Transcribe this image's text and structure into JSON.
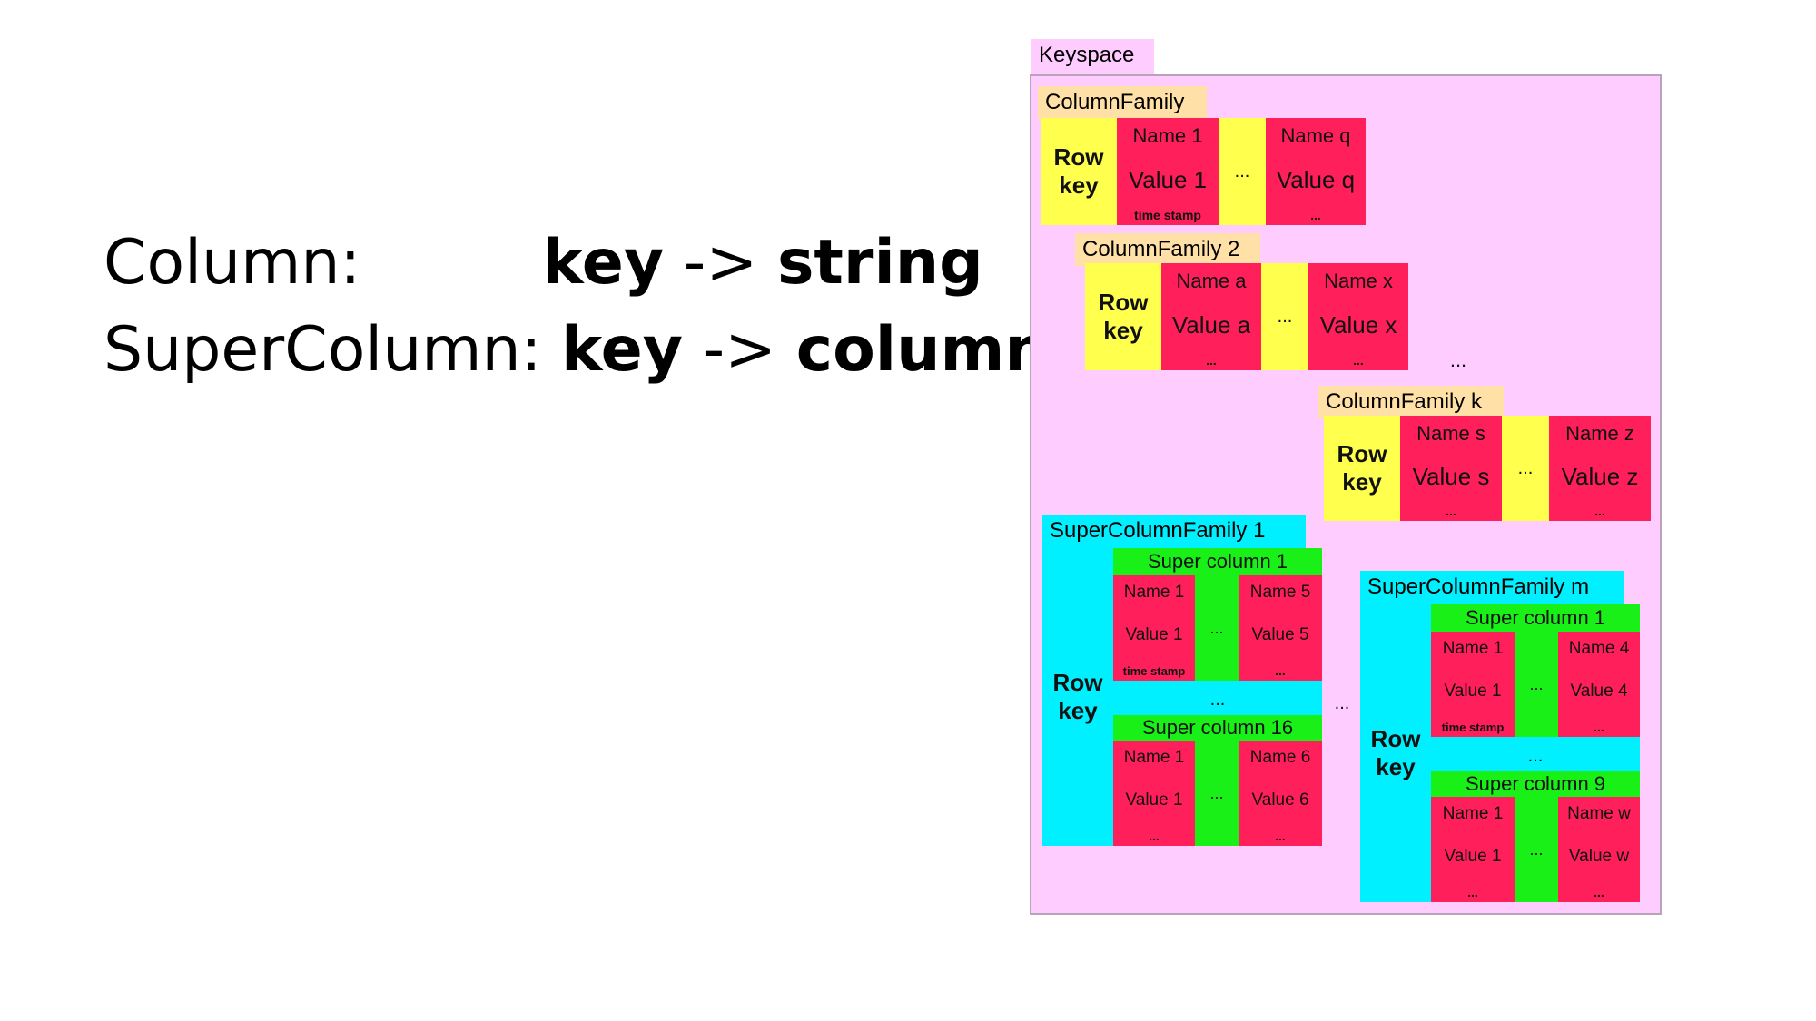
{
  "definitions": {
    "column": {
      "term": "Column:",
      "key": "key",
      "arrow": "->",
      "value": "string"
    },
    "supercolumn": {
      "term": "SuperColumn:",
      "key": "key",
      "arrow": "->",
      "value": "columns"
    }
  },
  "diagram": {
    "keyspace_label": "Keyspace",
    "row_key_line1": "Row",
    "row_key_line2": "key",
    "ellipsis": "...",
    "column_families": [
      {
        "label": "ColumnFamily",
        "col1": {
          "name": "Name 1",
          "value": "Value 1",
          "footer": "time stamp"
        },
        "col2": {
          "name": "Name q",
          "value": "Value q",
          "footer": "..."
        }
      },
      {
        "label": "ColumnFamily 2",
        "col1": {
          "name": "Name a",
          "value": "Value a",
          "footer": "..."
        },
        "col2": {
          "name": "Name x",
          "value": "Value x",
          "footer": "..."
        }
      },
      {
        "label": "ColumnFamily k",
        "col1": {
          "name": "Name s",
          "value": "Value s",
          "footer": "..."
        },
        "col2": {
          "name": "Name z",
          "value": "Value z",
          "footer": "..."
        }
      }
    ],
    "super_column_families": [
      {
        "label": "SuperColumnFamily 1",
        "super_columns": [
          {
            "label": "Super column 1",
            "col1": {
              "name": "Name 1",
              "value": "Value 1",
              "footer": "time stamp"
            },
            "col2": {
              "name": "Name 5",
              "value": "Value 5",
              "footer": "..."
            }
          },
          {
            "label": "Super column 16",
            "col1": {
              "name": "Name 1",
              "value": "Value 1",
              "footer": "..."
            },
            "col2": {
              "name": "Name 6",
              "value": "Value 6",
              "footer": "..."
            }
          }
        ]
      },
      {
        "label": "SuperColumnFamily m",
        "super_columns": [
          {
            "label": "Super column 1",
            "col1": {
              "name": "Name 1",
              "value": "Value 1",
              "footer": "time stamp"
            },
            "col2": {
              "name": "Name 4",
              "value": "Value 4",
              "footer": "..."
            }
          },
          {
            "label": "Super column 9",
            "col1": {
              "name": "Name 1",
              "value": "Value 1",
              "footer": "..."
            },
            "col2": {
              "name": "Name w",
              "value": "Value w",
              "footer": "..."
            }
          }
        ]
      }
    ]
  },
  "colors": {
    "keyspace": "#ffccff",
    "column_family_label": "#ffe1a8",
    "row_key": "#ffff4d",
    "column": "#ff1f5a",
    "super_column": "#18f018",
    "super_column_family": "#00f0ff"
  }
}
